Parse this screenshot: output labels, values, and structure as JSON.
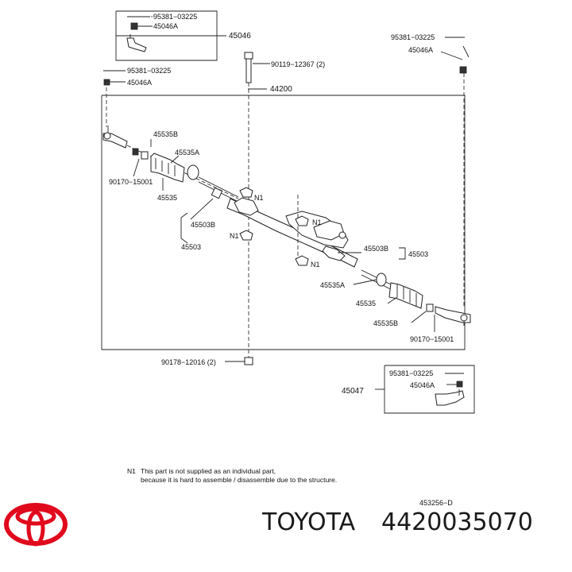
{
  "brand": {
    "name": "TOYOTA",
    "part_number": "4420035070",
    "logo_color": "#e10a1d"
  },
  "diagram": {
    "labels": {
      "top_box_pin": "95381−03225",
      "top_box_end": "45046A",
      "top_box_assy": "45046",
      "top_right_pin": "95381−03225",
      "top_right_end": "45046A",
      "bolt_top": "90119−12367 (2)",
      "rack_assy": "44200",
      "left_pin": "95381−03225",
      "left_end": "45046A",
      "l_45535b": "45535B",
      "l_45535a": "45535A",
      "l_90170": "90170−15001",
      "l_45535": "45535",
      "l_45503b": "45503B",
      "l_45503": "45503",
      "n1_a": "N1",
      "n1_b": "N1",
      "n1_c": "N1",
      "n1_d": "N1",
      "r_45503b": "45503B",
      "r_45503": "45503",
      "r_45535a": "45535A",
      "r_45535": "45535",
      "r_45535b": "45535B",
      "r_90170": "90170−15001",
      "bolt_bottom": "90178−12016 (2)",
      "bottom_box_pin": "95381−03225",
      "bottom_box_end": "45046A",
      "bottom_box_assy": "45047",
      "diagram_code": "453256−D"
    },
    "note": {
      "marker": "N1",
      "line1": "This part is not supplied as an individual part,",
      "line2": "because it is hard to assemble / disassemble due to the structure."
    }
  }
}
